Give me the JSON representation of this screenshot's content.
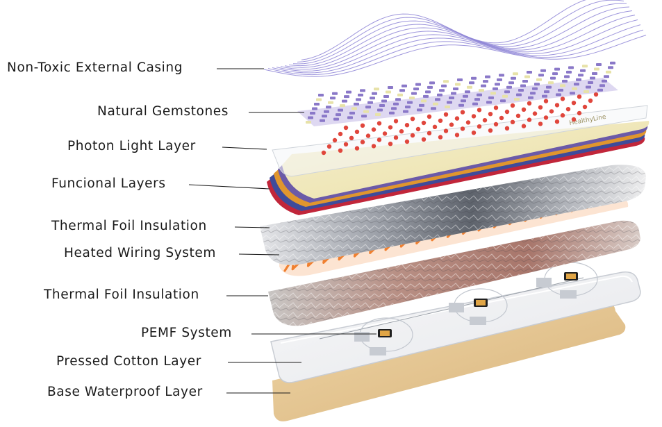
{
  "diagram": {
    "layers": [
      {
        "id": "casing",
        "label": "Non-Toxic External Casing"
      },
      {
        "id": "gemstones",
        "label": "Natural Gemstones"
      },
      {
        "id": "photon",
        "label": "Photon Light Layer"
      },
      {
        "id": "functional",
        "label": "Funcional Layers"
      },
      {
        "id": "foil-top",
        "label": "Thermal Foil Insulation"
      },
      {
        "id": "wiring",
        "label": "Heated Wiring System"
      },
      {
        "id": "foil-bottom",
        "label": "Thermal Foil Insulation"
      },
      {
        "id": "pemf",
        "label": "PEMF System"
      },
      {
        "id": "cotton",
        "label": "Pressed Cotton Layer"
      },
      {
        "id": "base",
        "label": "Base Waterproof Layer"
      }
    ],
    "colors": {
      "casing_lines": "#8d84d6",
      "gem_purple": "#8a78c8",
      "led_red": "#e0463c",
      "cream": "#efe7b8",
      "wire_orange": "#f08030",
      "foil_silver": "#b9bcc2",
      "foil_copper": "#b8897c",
      "base_tan": "#e3c48f"
    }
  }
}
